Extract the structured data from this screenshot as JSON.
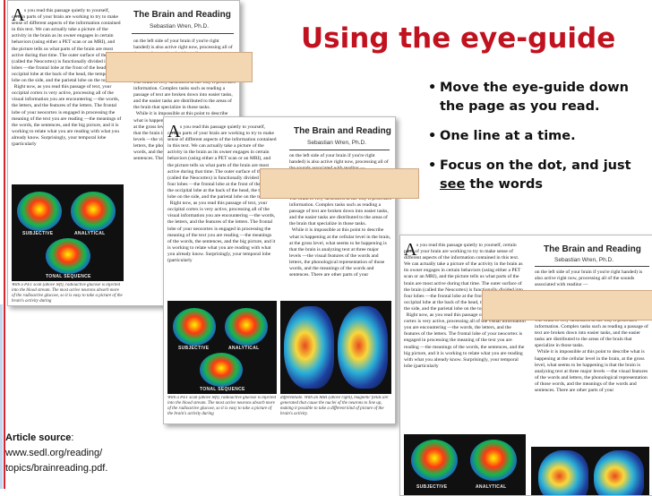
{
  "slide": {
    "title": "Using the eye-guide",
    "bullets": [
      {
        "mark": "•",
        "text": "Move the eye-guide down the page as you read."
      },
      {
        "mark": "•",
        "text": "One line at a time."
      },
      {
        "mark": "•",
        "text_before": "Focus on the dot, and just ",
        "text_underlined": "see",
        "text_after": " the words"
      }
    ],
    "source": {
      "label": "Article source",
      "colon": ":",
      "line1": "www.sedl.org/reading/",
      "line2": "topics/brainreading.pdf."
    }
  },
  "article": {
    "title": "The Brain and Reading",
    "author": "Sebastian Wren, Ph.D.",
    "dropcap": "A",
    "col1": "s you read this passage quietly to yourself, certain parts of your brain are working to try to make sense of different aspects of the information contained in this text. We can actually take a picture of the activity in the brain as its owner engages in certain behaviors (using either a PET scan or an MRI), and the picture tells us what parts of the brain are most active during that time. The outer surface of the brain (called the Neocortex) is functionally divided into four lobes —the frontal lobe at the front of the head, the occipital lobe at the back of the head, the temporal lobe on the side, and the parietal lobe on the top.\n  Right now, as you read this passage of text, your occipital cortex is very active, processing all of the visual information you are encountering —the words, the letters, and the features of the letters. The frontal lobe of your neocortex is engaged in processing the meaning of the text you are reading —the meanings of the words, the sentences, and the big picture, and it is working to relate what you are reading with what you already know. Surprisingly, your temporal lobe (particularly",
    "col2_top": "on the left side of your brain if you're right handed) is also active right now, processing all of the sounds associated with reading —",
    "col2_main": "The brain is very structured in the way it processes information. Complex tasks such as reading a passage of text are broken down into easier tasks, and the easier tasks are distributed to the areas of the brain that specialize in those tasks.\n  While it is impossible at this point to describe what is happening at the cellular level in the brain, at the gross level, what seems to be happening is that the brain is analyzing text at three major levels —the visual features of the words and letters, the phonological representation of those words, and the meanings of the words and sentences. There are other parts of your",
    "scan_labels": [
      "SUBJECTIVE",
      "ANALYTICAL",
      "TONAL SEQUENCE"
    ],
    "caption": "With a PET scan (above left), radioactive glucose is injected into the blood stream. The most active neurons absorb more of the radioactive glucose, so it is easy to take a picture of the brain's activity during",
    "caption2": "differentiate. With an MRI (above right), magnetic fields are generated that cause the nuclei of the neurons to line up, making it possible to take a different kind of picture of the brain's activity."
  },
  "colors": {
    "title_red": "#c1121f",
    "tan_guide": "#f2d7b2",
    "accent_line": "#d9262e"
  }
}
